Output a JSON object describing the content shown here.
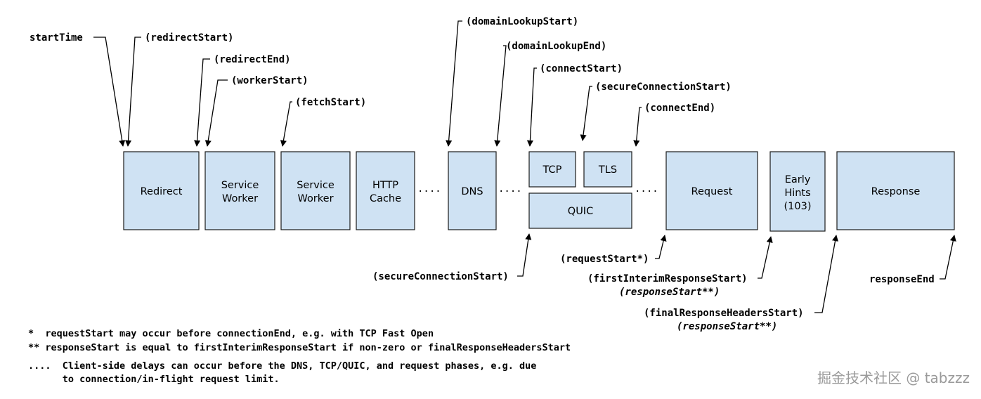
{
  "boxes": {
    "redirect": "Redirect",
    "sw1": [
      "Service",
      "Worker"
    ],
    "sw2": [
      "Service",
      "Worker"
    ],
    "cache": [
      "HTTP",
      "Cache"
    ],
    "dns": "DNS",
    "tcp": "TCP",
    "tls": "TLS",
    "quic": "QUIC",
    "request": "Request",
    "hints": [
      "Early",
      "Hints",
      "(103)"
    ],
    "response": "Response"
  },
  "labels": {
    "startTime": "startTime",
    "redirectStart": "(redirectStart)",
    "redirectEnd": "(redirectEnd)",
    "workerStart": "(workerStart)",
    "fetchStart": "(fetchStart)",
    "domainLookupStart": "(domainLookupStart)",
    "domainLookupEnd": "(domainLookupEnd)",
    "connectStart": "(connectStart)",
    "secureConnectionStartTop": "(secureConnectionStart)",
    "connectEnd": "(connectEnd)",
    "secureConnectionStartBottom": "(secureConnectionStart)",
    "requestStart": "(requestStart*)",
    "firstInterim": "(firstInterimResponseStart)",
    "firstInterimAlt": "(responseStart**)",
    "finalHeaders": "(finalResponseHeadersStart)",
    "finalHeadersAlt": "(responseStart**)",
    "responseEnd": "responseEnd"
  },
  "dots": "....",
  "footnotes": {
    "n1": "*  requestStart may occur before connectionEnd, e.g. with TCP Fast Open",
    "n2": "** responseStart is equal to firstInterimResponseStart if non-zero or finalResponseHeadersStart",
    "n3a": "....  Client-side delays can occur before the DNS, TCP/QUIC, and request phases, e.g. due",
    "n3b": "      to connection/in-flight request limit."
  },
  "watermark": "掘金技术社区 @ tabzzz",
  "colors": {
    "box_fill": "#cfe2f3",
    "box_stroke": "#1a1a1a"
  }
}
